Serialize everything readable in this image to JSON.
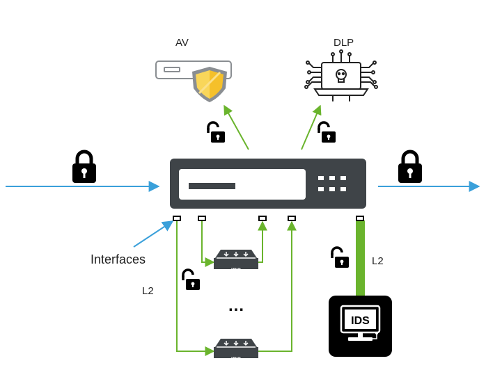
{
  "labels": {
    "av": "AV",
    "dlp": "DLP",
    "interfaces": "Interfaces",
    "l2_left": "L2",
    "l2_right": "L2",
    "ellipsis": "...",
    "ips_top": "IPS",
    "ips_bottom": "IPS",
    "ids": "IDS"
  },
  "colors": {
    "traffic_line": "#3AA0DA",
    "link_line": "#6AB42D",
    "device_dark": "#3F4448",
    "lock": "#000000",
    "shield": "#F5C02A"
  },
  "icons": [
    "lock-closed-icon",
    "lock-open-icon",
    "av-shield-server-icon",
    "dlp-laptop-circuit-icon",
    "ips-appliance-icon",
    "ids-monitor-icon",
    "firewall-appliance-icon"
  ]
}
